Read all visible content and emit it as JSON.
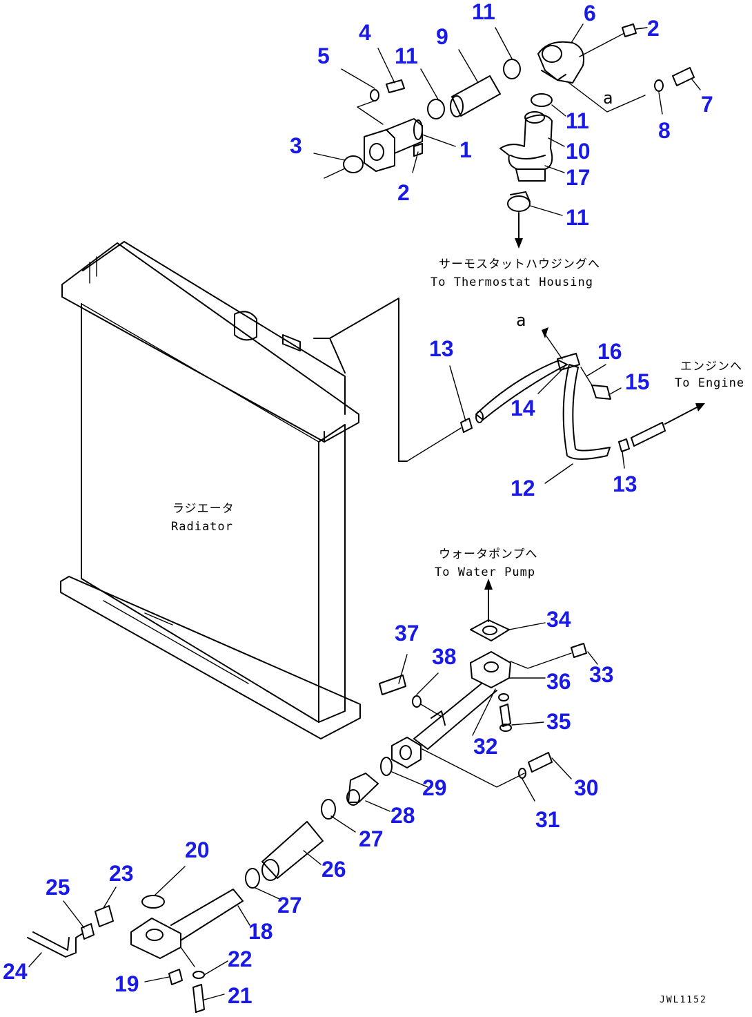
{
  "callouts": {
    "c1": "1",
    "c2a": "2",
    "c2b": "2",
    "c3": "3",
    "c4": "4",
    "c5": "5",
    "c6": "6",
    "c7": "7",
    "c8": "8",
    "c9": "9",
    "c10": "10",
    "c11a": "11",
    "c11b": "11",
    "c11c": "11",
    "c11d": "11",
    "c12": "12",
    "c13a": "13",
    "c13b": "13",
    "c14": "14",
    "c15": "15",
    "c16": "16",
    "c17": "17",
    "c18": "18",
    "c19": "19",
    "c20": "20",
    "c21": "21",
    "c22": "22",
    "c23": "23",
    "c24": "24",
    "c25": "25",
    "c26": "26",
    "c27a": "27",
    "c27b": "27",
    "c28": "28",
    "c29": "29",
    "c30": "30",
    "c31": "31",
    "c32": "32",
    "c33": "33",
    "c34": "34",
    "c35": "35",
    "c36": "36",
    "c37": "37",
    "c38": "38"
  },
  "notes": {
    "thermostat_jp": "サーモスタットハウジングへ",
    "thermostat_en": "To Thermostat Housing",
    "engine_jp": "エンジンへ",
    "engine_en": "To Engine",
    "radiator_jp": "ラジエータ",
    "radiator_en": "Radiator",
    "waterpump_jp": "ウォータポンプへ",
    "waterpump_en": "To Water Pump",
    "ref_a1": "a",
    "ref_a2": "a",
    "drawing_code": "JWL1152"
  }
}
